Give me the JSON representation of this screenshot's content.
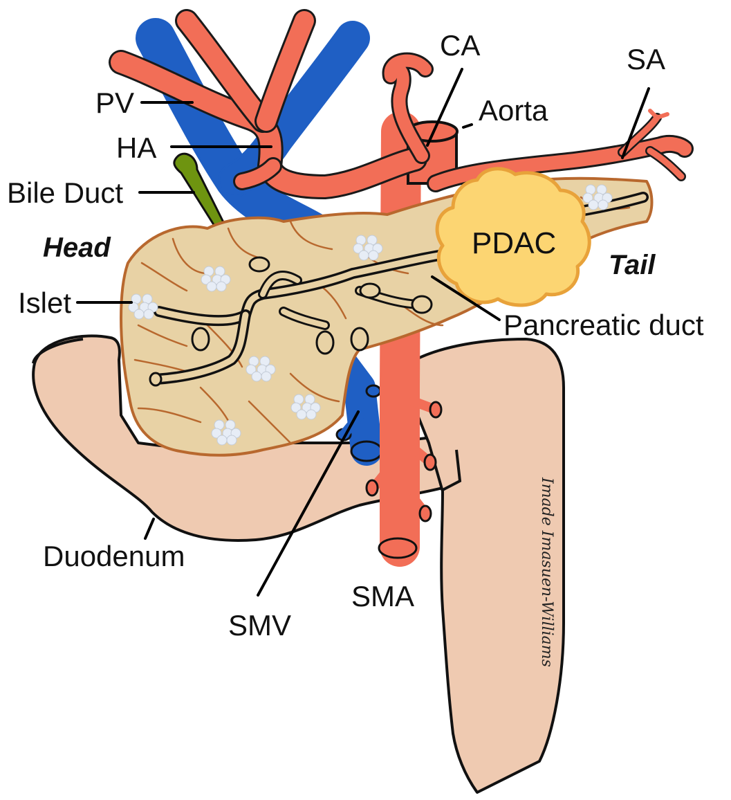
{
  "labels": {
    "ca": "CA",
    "sa": "SA",
    "pv": "PV",
    "aorta": "Aorta",
    "ha": "HA",
    "bile_duct": "Bile Duct",
    "head": "Head",
    "pdac": "PDAC",
    "tail": "Tail",
    "islet": "Islet",
    "pancreatic_duct": "Pancreatic duct",
    "duodenum": "Duodenum",
    "sma": "SMA",
    "smv": "SMV"
  },
  "signature": "Imade Imasuen-Williams",
  "colors": {
    "artery": "#f26e57",
    "vein": "#1f5fc4",
    "pancreas": "#e8d2a5",
    "pancreas_outline": "#b8682e",
    "tumor": "#fcd572",
    "tumor_outline": "#e8a23a",
    "duodenum": "#efcab1",
    "bile_duct": "#6e9410",
    "islet": "#e7edf6"
  }
}
